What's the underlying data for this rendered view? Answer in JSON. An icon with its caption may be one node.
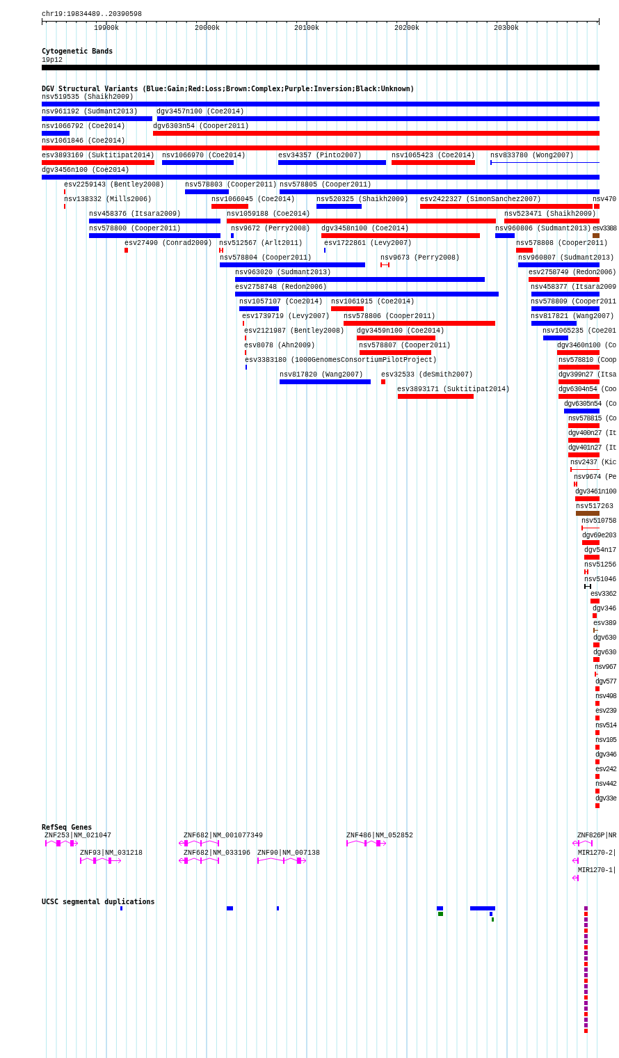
{
  "diagram": {
    "labels": [
      "chr19:19834489..20390598",
      "19900k",
      "20000k",
      "20100k",
      "20200k",
      "20300k",
      "Cytogenetic Bands",
      "19p12",
      "DGV Structural Variants (Blue:Gain;Red:Loss;Brown:Complex;Purple:Inversion;Black:Unknown)",
      "nsv519535 (Shaikh2009)",
      "nsv961192 (Sudmant2013)",
      "dgv3457n100 (Coe2014)",
      "nsv1066792 (Coe2014)",
      "dgv6303n54 (Cooper2011)",
      "nsv1061846 (Coe2014)",
      "esv3893169 (Suktitipat2014)",
      "nsv1066970 (Coe2014)",
      "esv34357 (Pinto2007)",
      "nsv1065423 (Coe2014)",
      "nsv833780 (Wong2007)",
      "dgv3456n100 (Coe2014)",
      "esv2259143 (Bentley2008)",
      "nsv578803 (Cooper2011)",
      "nsv578805 (Cooper2011)",
      "nsv138332 (Mills2006)",
      "nsv1066045 (Coe2014)",
      "nsv520325 (Shaikh2009)",
      "esv2422327 (SimonSanchez2007)",
      "nsv470",
      "nsv458376 (Itsara2009)",
      "nsv1059188 (Coe2014)",
      "nsv523471 (Shaikh2009)",
      "nsv578800 (Cooper2011)",
      "nsv9672 (Perry2008)",
      "dgv3458n100 (Coe2014)",
      "nsv960806 (Sudmant2013)",
      "esv3388",
      "esv27490 (Conrad2009)",
      "nsv512567 (Arlt2011)",
      "esv1722861 (Levy2007)",
      "nsv578808 (Cooper2011)",
      "nsv578804 (Cooper2011)",
      "nsv9673 (Perry2008)",
      "nsv960807 (Sudmant2013)",
      "nsv963020 (Sudmant2013)",
      "esv2758749 (Redon2006)",
      "esv2758748 (Redon2006)",
      "nsv458377 (Itsara2009",
      "nsv1057107 (Coe2014)",
      "nsv1061915 (Coe2014)",
      "nsv578809 (Cooper2011",
      "esv1739719 (Levy2007)",
      "nsv578806 (Cooper2011)",
      "nsv817821 (Wang2007)",
      "esv2121987 (Bentley2008)",
      "dgv3459n100 (Coe2014)",
      "nsv1065235 (Coe201",
      "esv8078 (Ahn2009)",
      "nsv578807 (Cooper2011)",
      "dgv3460n100 (Co",
      "esv3383180 (1000GenomesConsortiumPilotProject)",
      "nsv578810 (Coop",
      "nsv817820 (Wang2007)",
      "esv32533 (deSmith2007)",
      "dgv399n27 (Itsa",
      "esv3893171 (Suktitipat2014)",
      "dgv6304n54 (Coo",
      "dgv6305n54 (Co",
      "nsv578815 (Co",
      "dgv400n27 (It",
      "dgv401n27 (It",
      "nsv2437 (Kic",
      "nsv9674 (Pe",
      "dgv3461n100",
      "nsv517263",
      "nsv510758",
      "dgv69e203",
      "dgv54n17",
      "nsv51256",
      "nsv51046",
      "esv3362",
      "dgv346",
      "esv389",
      "dgv630",
      "dgv630",
      "nsv967",
      "dgv577",
      "nsv498",
      "esv239",
      "nsv514",
      "nsv105",
      "dgv346",
      "esv242",
      "nsv442",
      "dgv33e",
      "RefSeq Genes",
      "ZNF253|NM_021047",
      "ZNF682|NM_001077349",
      "ZNF486|NM_052852",
      "ZNF826P|NR",
      "ZNF93|NM_031218",
      "ZNF682|NM_033196",
      "ZNF90|NM_007138",
      "MIR1270-2|",
      "MIR1270-1|",
      "UCSC segmental duplications"
    ]
  }
}
